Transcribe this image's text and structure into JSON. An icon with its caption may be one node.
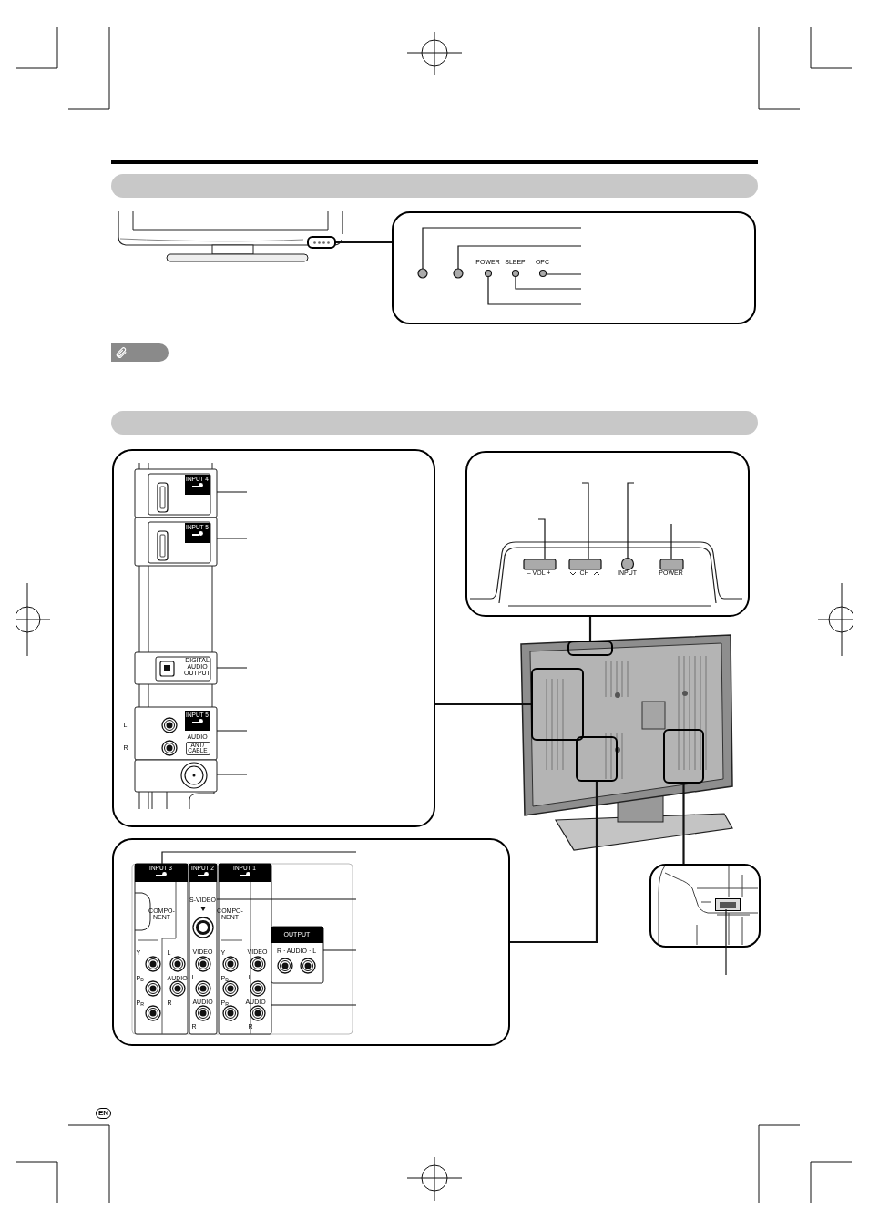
{
  "diagram": {
    "nodes": [
      {
        "text": [],
        "shape": "picture"
      },
      {
        "text": [],
        "shape": "box",
        "in": 0
      },
      {
        "text": [
          "POWER",
          "SLEEP",
          "OPC"
        ]
      },
      {
        "text": [
          "INPUT 4",
          "INPUT 5",
          "DIGITAL AUDIO OUTPUT",
          "INPUT 5",
          "L",
          "AUDIO",
          "R",
          "ANT/ CABLE"
        ]
      },
      {
        "text": [
          "– VOL +",
          "CH",
          "INPUT",
          "POWER"
        ]
      },
      {
        "text": [],
        "shape": "picture"
      },
      {
        "text": [],
        "shape": "box",
        "in": 5
      },
      {
        "text": [],
        "shape": "box",
        "in": 5
      },
      {
        "text": [],
        "shape": "box",
        "in": 5
      },
      {
        "text": [],
        "shape": "box",
        "in": 5
      },
      {
        "text": [
          "INPUT 3",
          "COMPO- NENT",
          "Y",
          "P$_{B}$",
          "P$_{R}$",
          "L",
          "AUDIO",
          "R",
          "INPUT 2",
          "S-VIDEO",
          "VIDEO",
          "L",
          "AUDIO",
          "R",
          "INPUT 1",
          "COMPO- NENT",
          "Y",
          "P$_{B}$",
          "P$_{R}$",
          "VIDEO",
          "L",
          "AUDIO",
          "R",
          "OUTPUT",
          "R · AUDIO · L"
        ]
      },
      {
        "text": [],
        "shape": "picture"
      },
      {
        "text": [],
        "shape": "box",
        "in": 11
      }
    ],
    "edges": [
      {
        "from": 1,
        "to": 2,
        "arrow": "none"
      },
      {
        "from": 6,
        "to": 4,
        "arrow": "none"
      },
      {
        "from": 7,
        "to": 3,
        "arrow": "none"
      },
      {
        "from": 8,
        "to": 10,
        "arrow": "none"
      },
      {
        "from": 9,
        "to": 11,
        "arrow": "none"
      },
      {
        "from": null,
        "to": 12,
        "arrow": "none"
      }
    ],
    "labels": [
      "EN"
    ]
  }
}
